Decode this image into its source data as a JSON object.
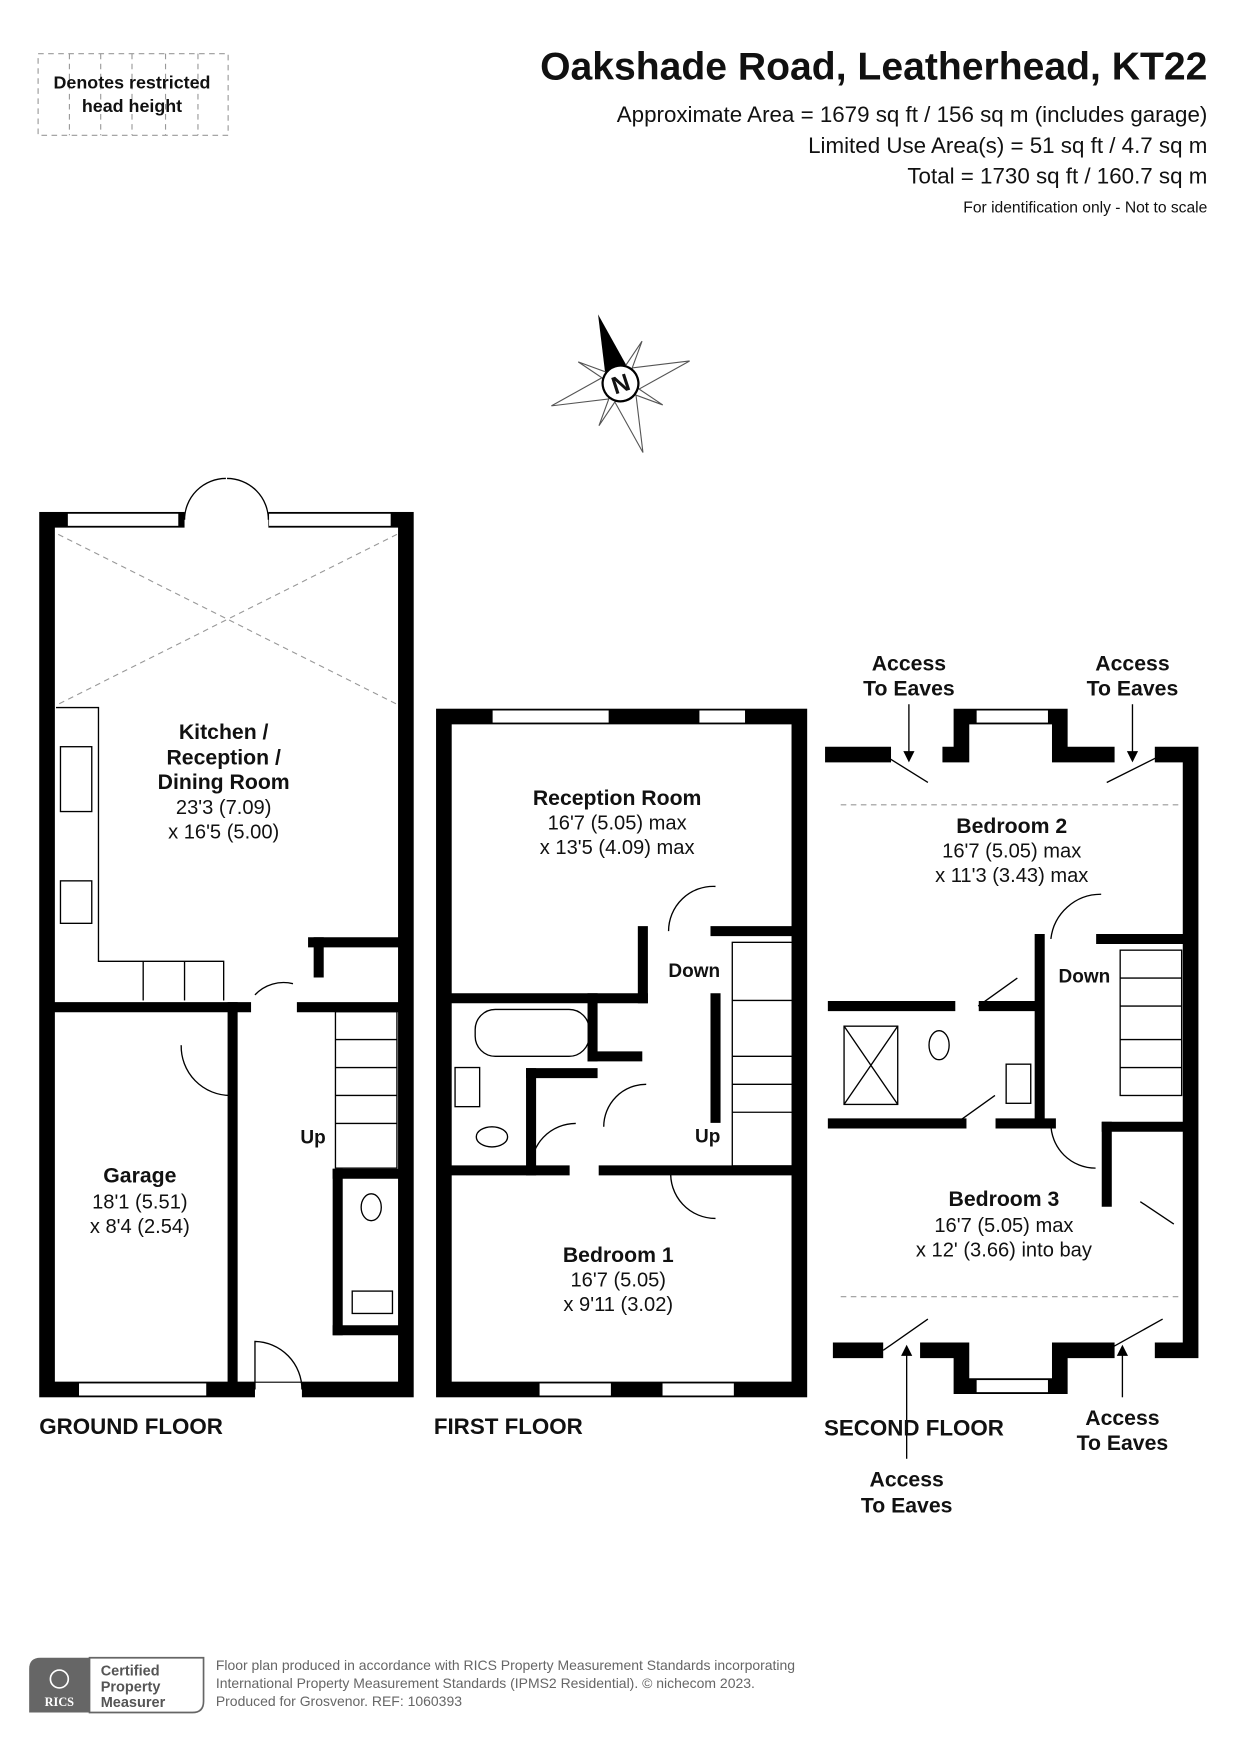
{
  "legend": {
    "restricted_head_height": [
      "Denotes restricted",
      "head height"
    ]
  },
  "header": {
    "title": "Oakshade Road, Leatherhead, KT22",
    "approx_area": "Approximate Area = 1679 sq ft / 156 sq m (includes garage)",
    "limited_use": "Limited Use Area(s) = 51 sq ft / 4.7 sq m",
    "total": "Total = 1730 sq ft / 160.7 sq m",
    "disclaimer": "For identification only - Not to scale"
  },
  "compass": {
    "label": "N",
    "icon": "north-arrow-compass-icon"
  },
  "ground_floor": {
    "label": "GROUND FLOOR",
    "kitchen": [
      "Kitchen /",
      "Reception /",
      "Dining Room",
      "23'3 (7.09)",
      "x 16'5 (5.00)"
    ],
    "garage": [
      "Garage",
      "18'1 (5.51)",
      "x 8'4 (2.54)"
    ],
    "stairs": "Up"
  },
  "first_floor": {
    "label": "FIRST FLOOR",
    "reception": [
      "Reception Room",
      "16'7 (5.05) max",
      "x 13'5 (4.09) max"
    ],
    "bedroom1": [
      "Bedroom 1",
      "16'7 (5.05)",
      "x 9'11 (3.02)"
    ],
    "stairs_down": "Down",
    "stairs_up": "Up"
  },
  "second_floor": {
    "label": "SECOND FLOOR",
    "bedroom2": [
      "Bedroom 2",
      "16'7 (5.05) max",
      "x 11'3 (3.43) max"
    ],
    "bedroom3": [
      "Bedroom 3",
      "16'7 (5.05) max",
      "x 12' (3.66) into bay"
    ],
    "stairs_down": "Down",
    "eaves": [
      "Access",
      "To Eaves"
    ]
  },
  "footer": {
    "badge": {
      "logo_text": "RICS",
      "lines": [
        "Certified",
        "Property",
        "Measurer"
      ]
    },
    "lines": [
      "Floor plan produced in accordance with RICS Property Measurement Standards incorporating",
      "International Property Measurement Standards (IPMS2 Residential).   © nichecom 2023.",
      "Produced for Grosvenor.   REF: 1060393"
    ]
  }
}
